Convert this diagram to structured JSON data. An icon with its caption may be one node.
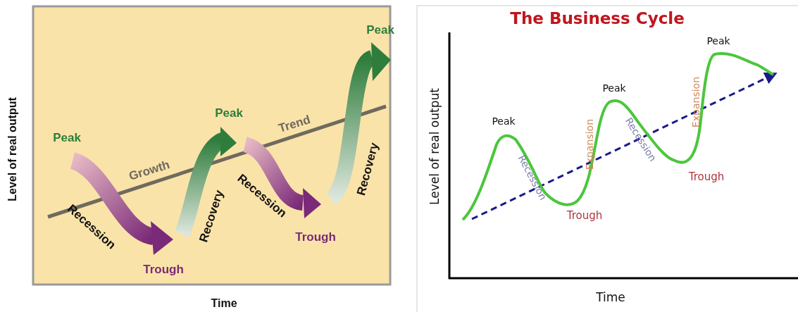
{
  "diagram": {
    "title": "The Business Cycle",
    "labels": [
      "Peak",
      "Growth",
      "Trend",
      "Peak",
      "Peak",
      "Recession",
      "Recovery",
      "Recession",
      "Recovery",
      "Trough",
      "Trough",
      "Level of real output",
      "Time",
      "Peak",
      "Peak",
      "Peak",
      "Expansion",
      "Expansion",
      "Recession",
      "Recession",
      "Trough",
      "Trough",
      "Level of real output",
      "Time"
    ]
  }
}
